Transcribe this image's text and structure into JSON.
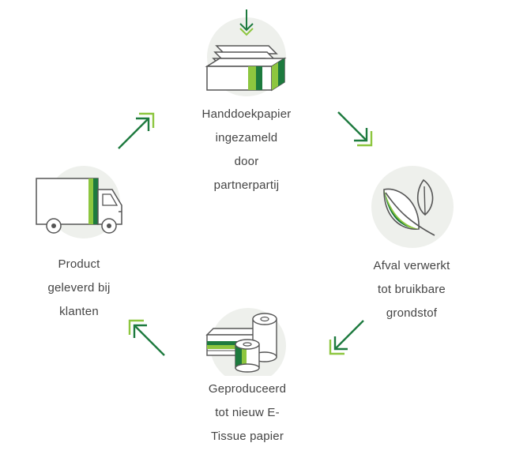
{
  "colors": {
    "dark_green": "#1d7a3e",
    "light_green": "#8dc63f",
    "circle_bg": "#eef0ec",
    "line": "#555555"
  },
  "steps": [
    {
      "icon": "paper-stack-icon",
      "lines": [
        "Handdoekpapier",
        "ingezameld",
        "door",
        "partnerpartij"
      ]
    },
    {
      "icon": "leaf-icon",
      "lines": [
        "Afval verwerkt",
        "tot bruikbare",
        "grondstof"
      ]
    },
    {
      "icon": "tissue-rolls-icon",
      "lines": [
        "Geproduceerd",
        "tot nieuw E-",
        "Tissue papier"
      ]
    },
    {
      "icon": "delivery-truck-icon",
      "lines": [
        "Product",
        "geleverd bij",
        "klanten"
      ]
    }
  ]
}
